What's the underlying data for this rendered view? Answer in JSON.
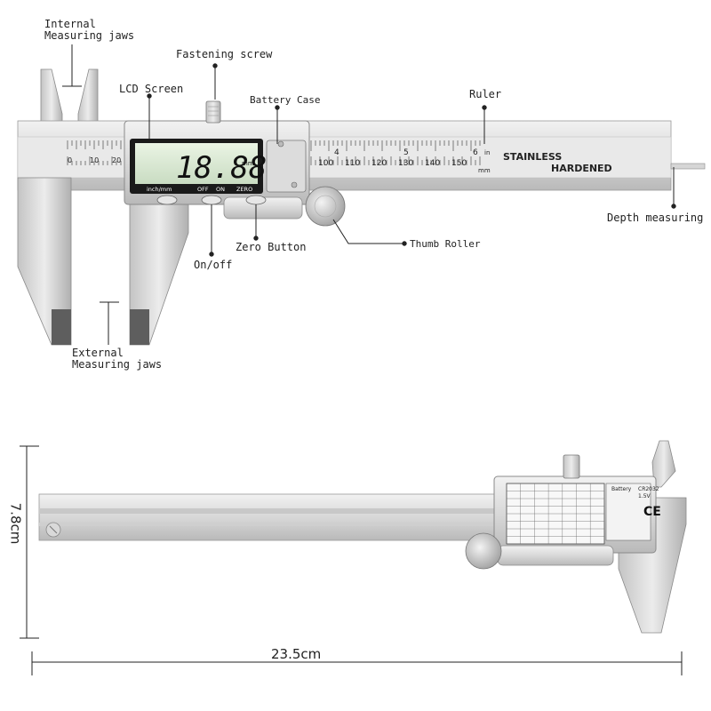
{
  "labels": {
    "internal_jaws": [
      "Internal",
      "Measuring jaws"
    ],
    "fastening_screw": "Fastening screw",
    "lcd_screen": "LCD Screen",
    "battery_case": "Battery Case",
    "ruler": "Ruler",
    "depth_measuring": "Depth measuring",
    "thumb_roller": "Thumb Roller",
    "zero_button": "Zero Button",
    "on_off": "On/off",
    "external_jaws": [
      "External",
      "Measuring jaws"
    ]
  },
  "device": {
    "display_value": "18.88",
    "display_unit": "mm",
    "button_labels": [
      "inch/mm",
      "OFF",
      "ON",
      "ZERO"
    ],
    "scale_top_unit": "in",
    "scale_bottom_unit": "mm",
    "inch_marks_top": [
      "4",
      "5",
      "6"
    ],
    "mm_numbers_left": [
      "0",
      "10",
      "20"
    ],
    "mm_numbers_right": [
      "100",
      "110",
      "120",
      "130",
      "140",
      "150"
    ],
    "beam_text": [
      "STAINLESS",
      "HARDENED"
    ],
    "back_label_battery": "Battery",
    "back_label_model": "CR2032",
    "back_label_voltage": "1.5V",
    "back_label_ce": "CE"
  },
  "dimensions": {
    "height": "7.8cm",
    "width": "23.5cm"
  }
}
